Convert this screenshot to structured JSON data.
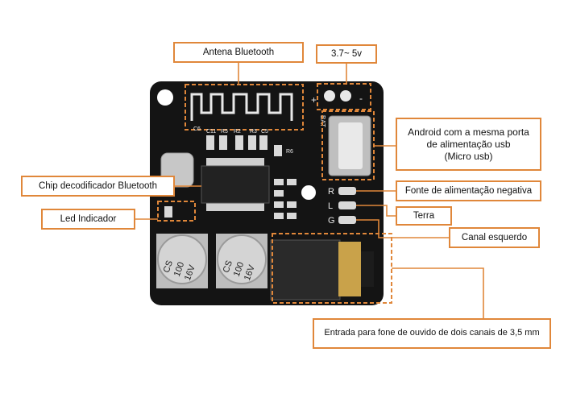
{
  "labels": {
    "antena": "Antena Bluetooth",
    "voltage": "3.7~ 5v",
    "android": [
      "Android com a mesma porta",
      "de alimentação usb",
      "(Micro usb)"
    ],
    "chip": "Chip decodificador Bluetooth",
    "fonte_negativa": "Fonte de alimentação negativa",
    "led": "Led Indicador",
    "terra": "Terra",
    "canal_esquerdo": "Canal esquerdo",
    "entrada": "Entrada para fone de ouvido de dois canais de 3,5 mm"
  },
  "board": {
    "power_plus": "+",
    "power_minus": "-",
    "bat_mark": "BAT",
    "r_mark": "R",
    "l_mark": "L",
    "g_mark": "G",
    "cap_left": [
      "CS",
      "100",
      "16V"
    ],
    "cap_right": [
      "CS",
      "100",
      "16V"
    ],
    "silk": [
      "C11",
      "R5",
      "R3",
      "C5",
      "R2",
      "R6",
      "C6"
    ]
  },
  "colors": {
    "annotation": "#e0873a",
    "board": "#141414",
    "silkscreen": "#e8e8e8",
    "pad_gold": "#c9a24a"
  }
}
